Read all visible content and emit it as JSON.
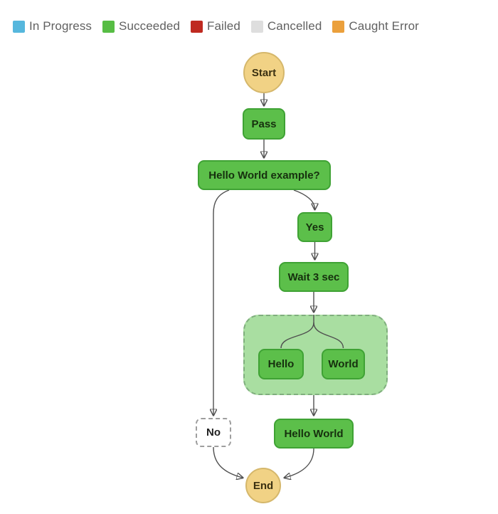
{
  "legend": {
    "items": [
      {
        "label": "In Progress",
        "color": "#56b7dd"
      },
      {
        "label": "Succeeded",
        "color": "#57bd44"
      },
      {
        "label": "Failed",
        "color": "#bf2a20"
      },
      {
        "label": "Cancelled",
        "color": "#dedede"
      },
      {
        "label": "Caught Error",
        "color": "#eba03c"
      }
    ]
  },
  "diagram": {
    "nodes": {
      "start": {
        "label": "Start",
        "status": "start"
      },
      "pass": {
        "label": "Pass",
        "status": "succeeded"
      },
      "choice": {
        "label": "Hello World example?",
        "status": "succeeded"
      },
      "yes": {
        "label": "Yes",
        "status": "succeeded"
      },
      "wait": {
        "label": "Wait 3 sec",
        "status": "succeeded"
      },
      "parallel": {
        "status": "succeeded-group"
      },
      "hello": {
        "label": "Hello",
        "status": "succeeded"
      },
      "world": {
        "label": "World",
        "status": "succeeded"
      },
      "no": {
        "label": "No",
        "status": "not-executed"
      },
      "hello_world": {
        "label": "Hello World",
        "status": "succeeded"
      },
      "end": {
        "label": "End",
        "status": "end"
      }
    },
    "colors": {
      "succeeded_fill": "#5cbf4a",
      "succeeded_border": "#3fa234",
      "terminal_fill": "#f1d285",
      "terminal_border": "#d5b76b",
      "group_fill": "#a9dea1",
      "group_border": "#7fae7d",
      "not_executed_fill": "#ffffff",
      "not_executed_borderьне": "#9e9e9e",
      "edge": "#4f4f4f"
    }
  }
}
